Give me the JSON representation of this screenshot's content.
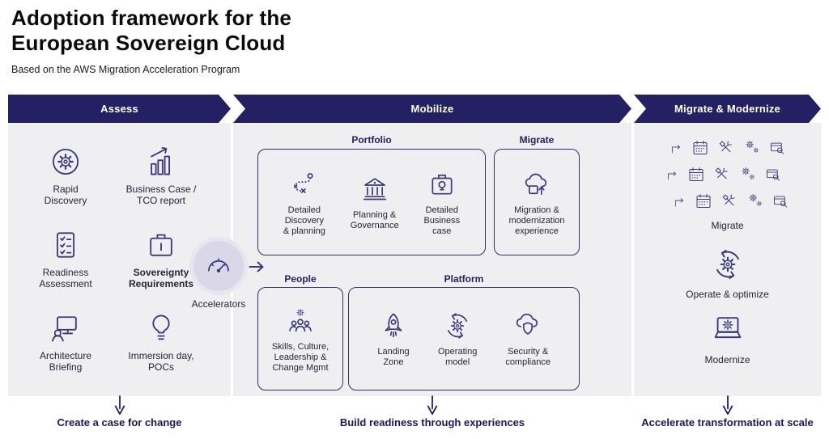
{
  "header": {
    "title_line1": "Adoption framework for the",
    "title_line2": "European Sovereign Cloud",
    "subtitle": "Based on the AWS Migration Acceleration Program"
  },
  "phases": [
    {
      "label": "Assess"
    },
    {
      "label": "Mobilize"
    },
    {
      "label": "Migrate & Modernize"
    }
  ],
  "assess": {
    "items": [
      {
        "label": "Rapid\nDiscovery",
        "icon": "gear-badge"
      },
      {
        "label": "Business Case /\nTCO report",
        "icon": "bar-chart"
      },
      {
        "label": "Readiness\nAssessment",
        "icon": "checklist"
      },
      {
        "label": "Sovereignty\nRequirements",
        "icon": "briefcase",
        "emphasis": true
      },
      {
        "label": "Architecture\nBriefing",
        "icon": "presentation"
      },
      {
        "label": "Immersion day,\nPOCs",
        "icon": "lightbulb"
      }
    ]
  },
  "accelerators": {
    "label": "Accelerators",
    "icon": "gauge"
  },
  "mobilize": {
    "groups": [
      {
        "title": "Portfolio",
        "items": [
          {
            "label": "Detailed\nDiscovery\n& planning",
            "icon": "route-map"
          },
          {
            "label": "Planning &\nGovernance",
            "icon": "bank"
          },
          {
            "label": "Detailed\nBusiness\ncase",
            "icon": "briefcase-idea"
          }
        ]
      },
      {
        "title": "Migrate",
        "items": [
          {
            "label": "Migration &\nmodernization\nexperience",
            "icon": "cloud-migration"
          }
        ]
      },
      {
        "title": "People",
        "items": [
          {
            "label": "Skills, Culture,\nLeadership &\nChange Mgmt",
            "icon": "team-gear"
          }
        ]
      },
      {
        "title": "Platform",
        "items": [
          {
            "label": "Landing\nZone",
            "icon": "rocket"
          },
          {
            "label": "Operating\nmodel",
            "icon": "gear-cycle"
          },
          {
            "label": "Security &\ncompliance",
            "icon": "cloud-shield"
          }
        ]
      }
    ]
  },
  "migrate_modernize": {
    "row_icons": [
      "corner-arrow",
      "calendar",
      "tools",
      "gears",
      "card-search"
    ],
    "migrate_label": "Migrate",
    "operate_label": "Operate & optimize",
    "modernize_label": "Modernize"
  },
  "footer": [
    {
      "label": "Create a case for change"
    },
    {
      "label": "Build readiness through experiences"
    },
    {
      "label": "Accelerate transformation at scale"
    }
  ],
  "colors": {
    "banner": "#232063",
    "ink": "#3B3880",
    "panel": "#EFEEF0",
    "accel-bg": "#D9D7E8",
    "box-border": "#33306E",
    "footer-text": "#1B1464"
  }
}
